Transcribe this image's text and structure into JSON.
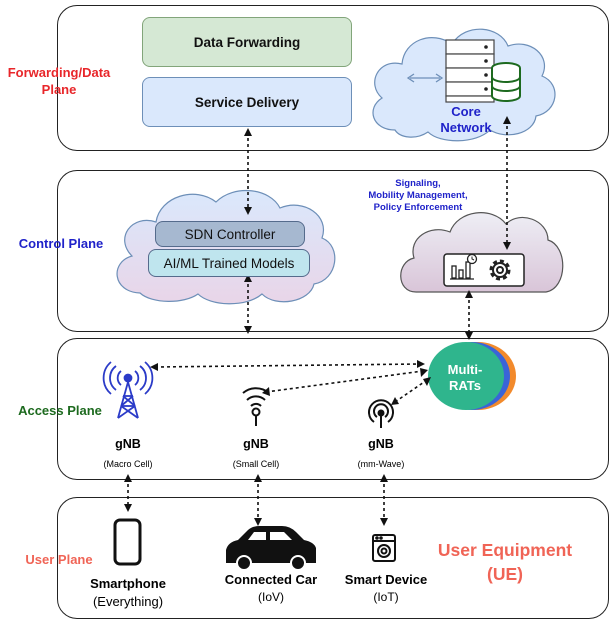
{
  "planes": {
    "forwarding": {
      "label": "Forwarding/Data\nPlane",
      "color": "#e8262a"
    },
    "control": {
      "label": "Control Plane",
      "color": "#1f22c9"
    },
    "access": {
      "label": "Access Plane",
      "color": "#1d6a1f"
    },
    "user": {
      "label": "User Plane",
      "color": "#f06456"
    }
  },
  "forwarding": {
    "data_forwarding": "Data Forwarding",
    "service_delivery": "Service Delivery",
    "core_network": "Core\nNetwork"
  },
  "control": {
    "sdn_controller": "SDN Controller",
    "aiml_models": "AI/ML Trained Models",
    "signaling_text": "Signaling,\nMobility Management,\nPolicy Enforcement"
  },
  "access": {
    "multi_rats": "Multi-\nRATs",
    "gnb_macro": {
      "title": "gNB",
      "subtitle": "(Macro Cell)"
    },
    "gnb_small": {
      "title": "gNB",
      "subtitle": "(Small Cell)"
    },
    "gnb_mmwave": {
      "title": "gNB",
      "subtitle": "(mm-Wave)"
    }
  },
  "user": {
    "smartphone": {
      "title": "Smartphone",
      "subtitle": "(Everything)"
    },
    "connected_car": {
      "title": "Connected Car",
      "subtitle": "(IoV)"
    },
    "smart_device": {
      "title": "Smart Device",
      "subtitle": "(IoT)"
    },
    "ue_label": "User Equipment\n(UE)"
  },
  "colors": {
    "green_box": "#d5e8d4",
    "blue_box": "#dae8fc",
    "cloud_blue": "#dae8fc",
    "ue_color": "#f06456",
    "signaling_color": "#1f22c9",
    "core_text": "#1f22c9"
  }
}
